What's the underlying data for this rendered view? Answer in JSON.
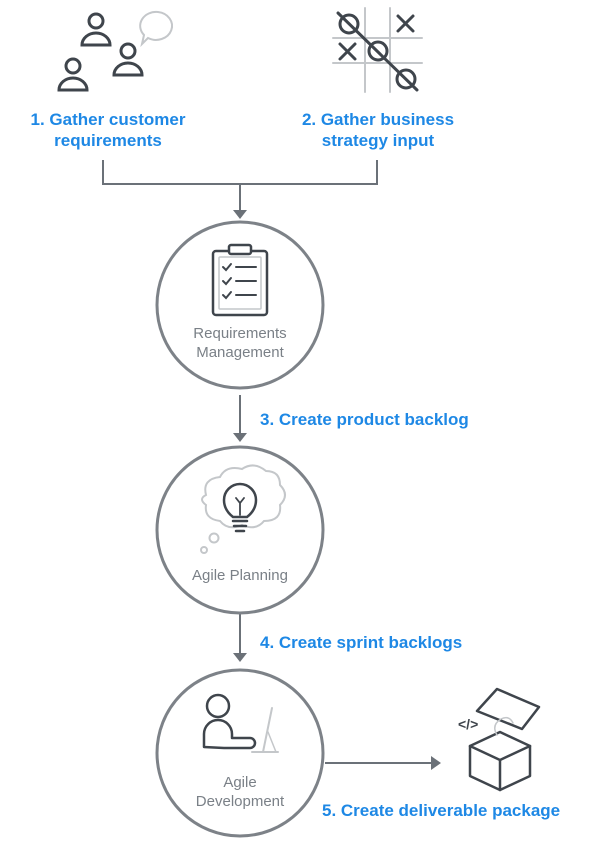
{
  "colors": {
    "accent_blue": "#1e88e5",
    "line_gray": "#6b7178",
    "icon_dark": "#3f454c",
    "circle_stroke": "#7d8288",
    "node_text": "#7a8087",
    "light_gray": "#bfc3c7"
  },
  "steps": {
    "step1": {
      "line1": "1. Gather customer",
      "line2": "requirements"
    },
    "step2": {
      "line1": "2. Gather business",
      "line2": "strategy input"
    },
    "step3": "3. Create product backlog",
    "step4": "4. Create sprint backlogs",
    "step5": "5. Create deliverable package"
  },
  "nodes": {
    "requirements": {
      "line1": "Requirements",
      "line2": "Management",
      "icon": "clipboard-checklist-icon"
    },
    "planning": {
      "line1": "Agile Planning",
      "icon": "lightbulb-thought-icon"
    },
    "development": {
      "line1": "Agile",
      "line2": "Development",
      "icon": "person-at-computer-icon"
    }
  },
  "icons": {
    "customers": "people-with-speech-bubble-icon",
    "strategy": "tic-tac-toe-icon",
    "package": "open-box-code-icon",
    "code_glyph": "</>"
  }
}
